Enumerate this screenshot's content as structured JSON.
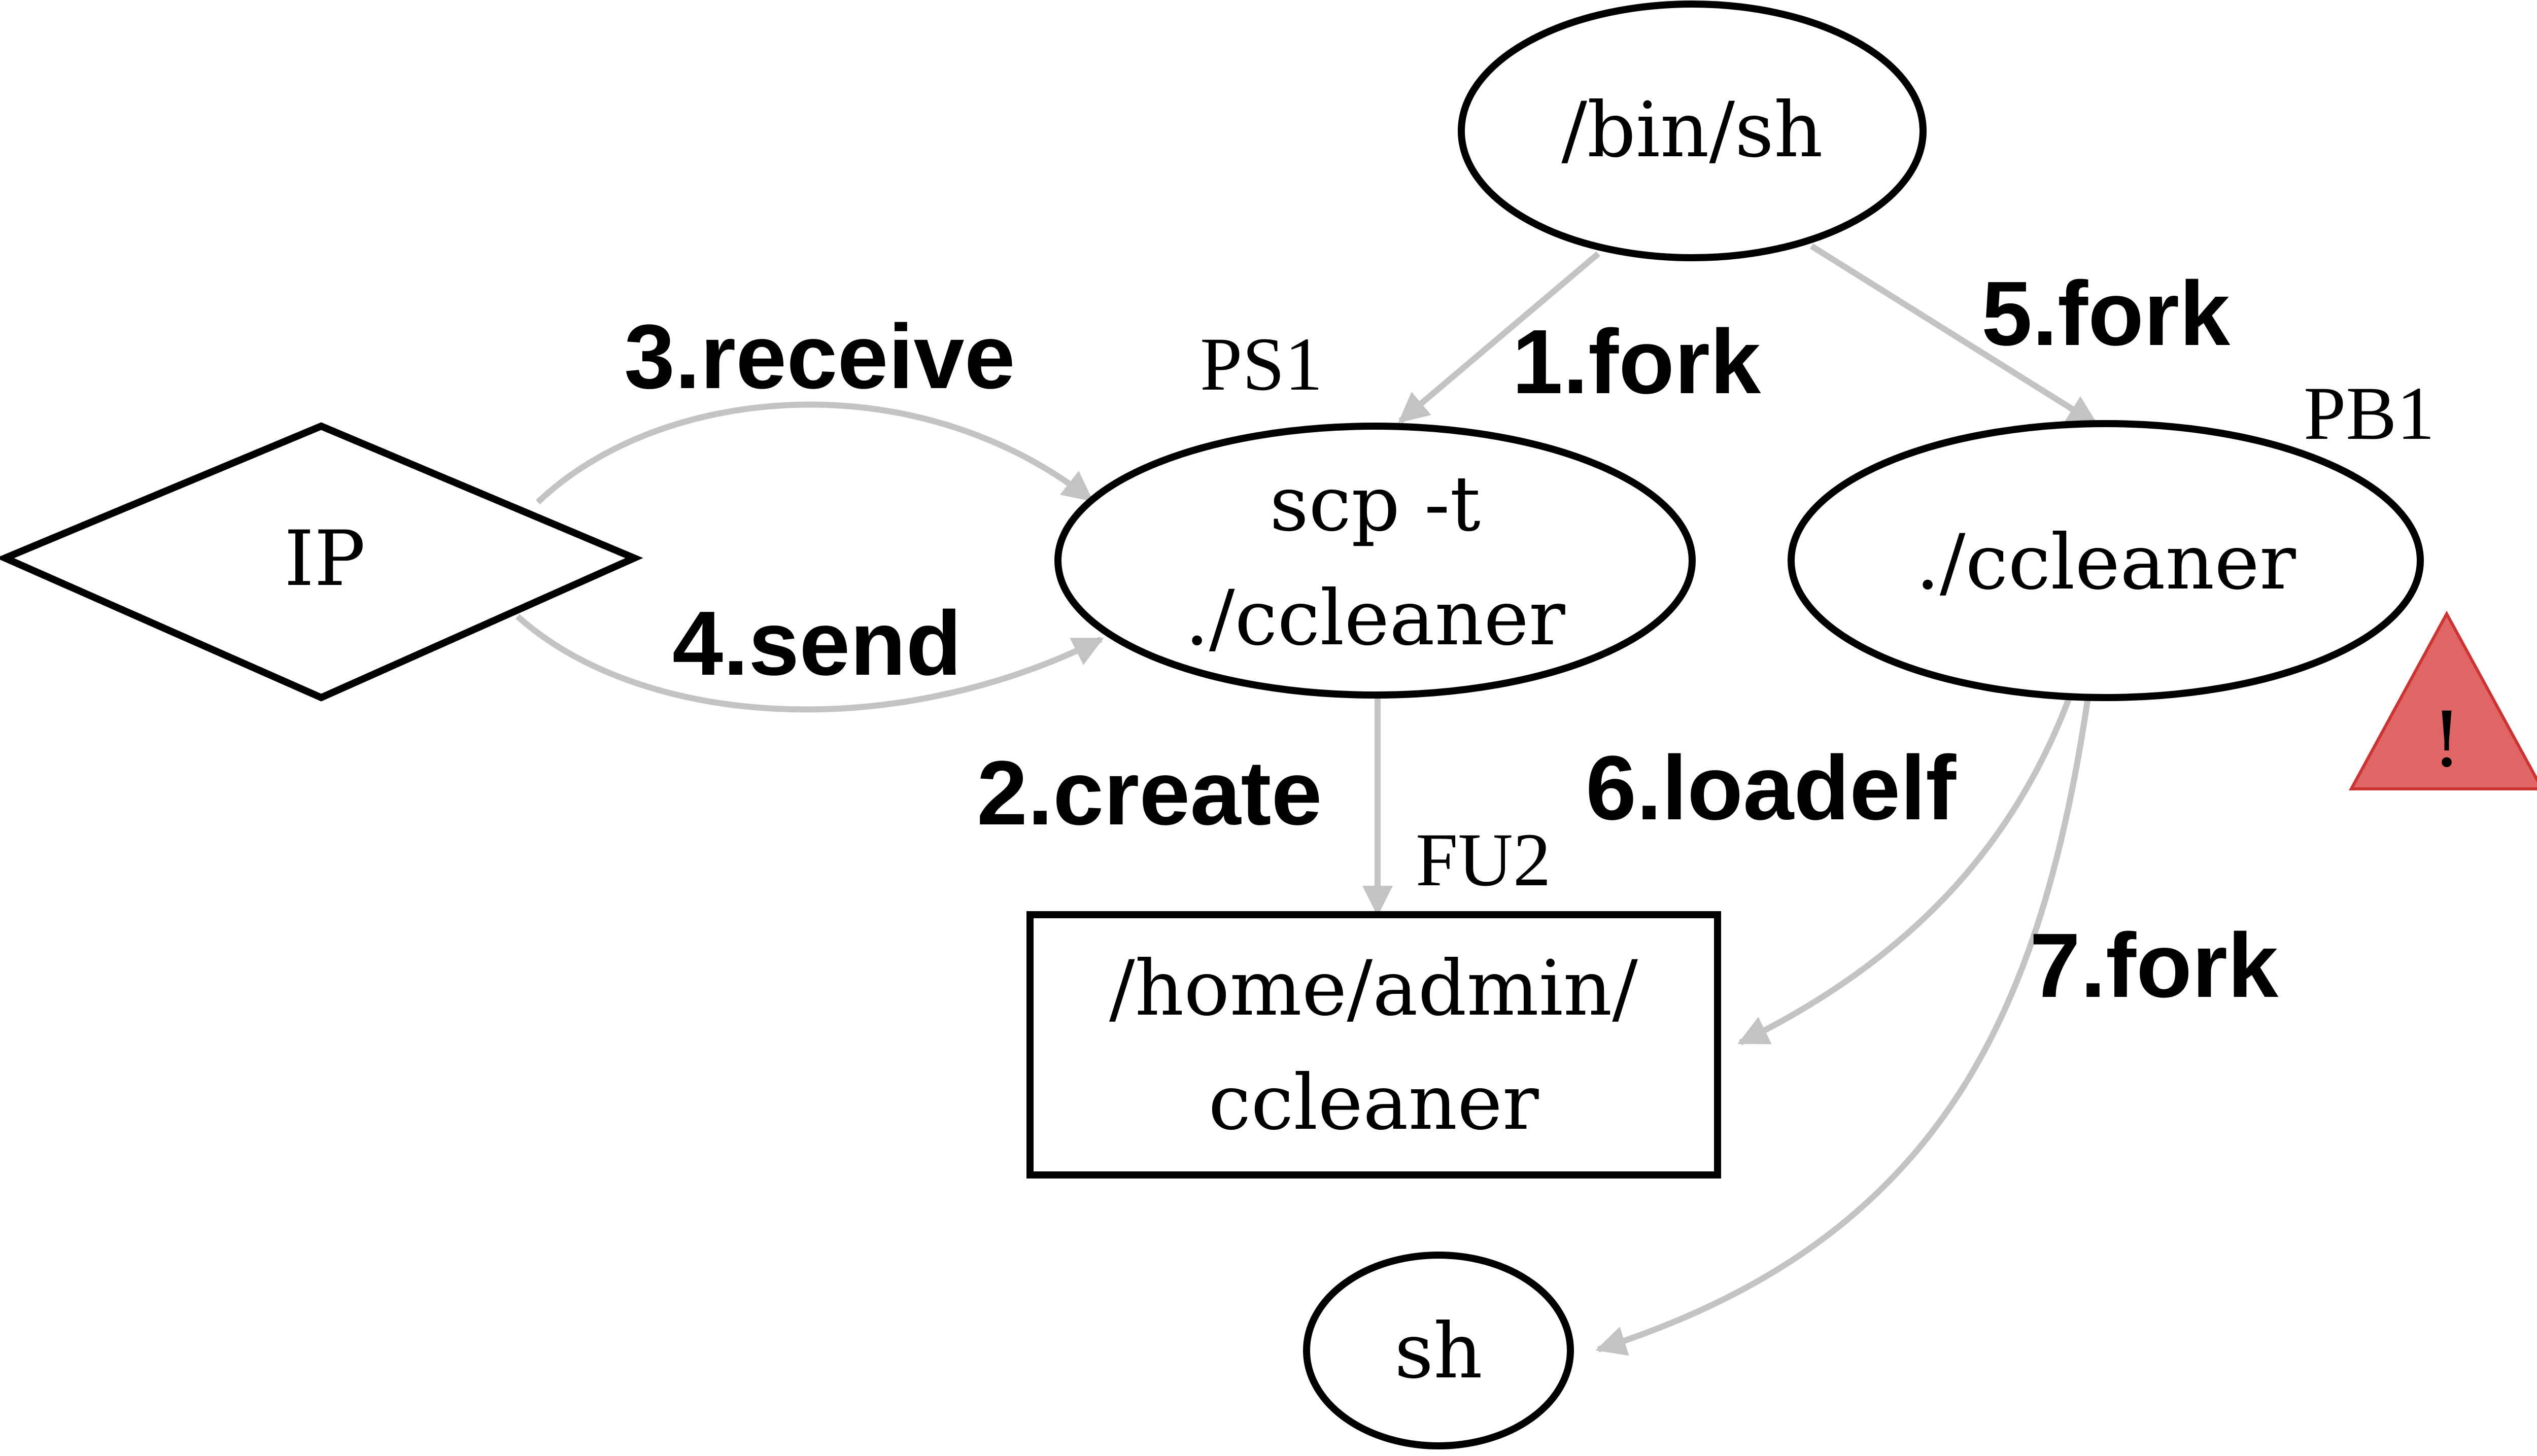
{
  "nodes": {
    "bin_sh": {
      "label": "/bin/sh"
    },
    "ip": {
      "label": "IP"
    },
    "scp": {
      "line1": "scp -t",
      "line2": "./ccleaner",
      "tag": "PS1"
    },
    "ccleaner_proc": {
      "label": "./ccleaner",
      "tag": "PB1"
    },
    "file": {
      "line1": "/home/admin/",
      "line2": "ccleaner",
      "tag": "FU2"
    },
    "sh": {
      "label": "sh"
    }
  },
  "edges": [
    {
      "id": "fork1",
      "label": "1.fork"
    },
    {
      "id": "create2",
      "label": "2.create"
    },
    {
      "id": "receive3",
      "label": "3.receive"
    },
    {
      "id": "send4",
      "label": "4.send"
    },
    {
      "id": "fork5",
      "label": "5.fork"
    },
    {
      "id": "loadelf6",
      "label": "6.loadelf"
    },
    {
      "id": "fork7",
      "label": "7.fork"
    }
  ],
  "alert": {
    "icon": "warning-triangle-icon",
    "mark": "!",
    "color": "#e06666"
  },
  "colors": {
    "edge": "#c3c3c3",
    "node_stroke": "#000000",
    "label": "#000000"
  }
}
